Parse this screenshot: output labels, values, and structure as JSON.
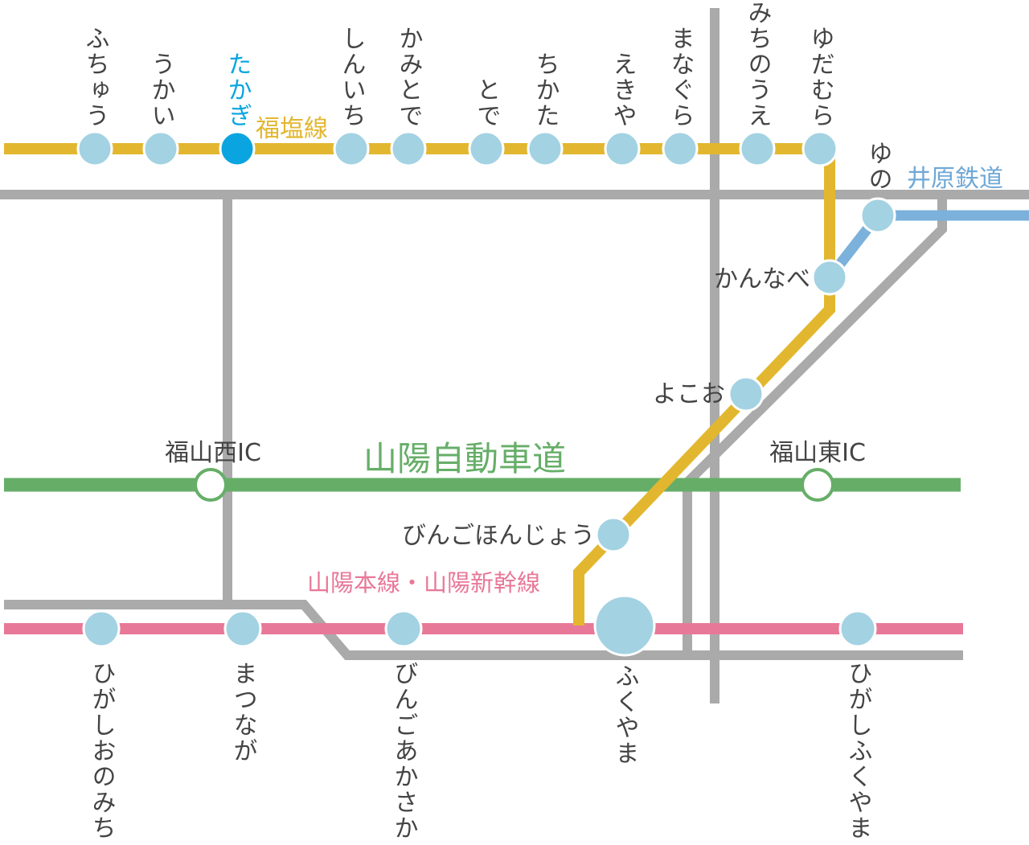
{
  "lines": {
    "fukuen": "福塩線",
    "ibara": "井原鉄道",
    "expressway": "山陽自動車道",
    "sanyo": "山陽本線・山陽新幹線"
  },
  "interchanges": [
    "福山西IC",
    "福山東IC"
  ],
  "top_stations": [
    "ふちゅう",
    "うかい",
    "たかぎ",
    "しんいち",
    "かみとで",
    "とで",
    "ちかた",
    "えきや",
    "まなぐら",
    "みちのうえ",
    "ゆだむら"
  ],
  "highlight_station": "たかぎ",
  "branch_stations": [
    "ゆの",
    "かんなべ",
    "よこお",
    "びんごほんじょう"
  ],
  "bottom_stations": [
    "ひがしおのみち",
    "まつなが",
    "びんごあかさか",
    "ふくやま",
    "ひがしふくやま"
  ],
  "colors": {
    "fukuen": "#e2b72f",
    "ibara": "#7bb1db",
    "expressway": "#66ae68",
    "sanyo": "#e87898",
    "road": "#aaaaaa",
    "station": "#a3d2e2",
    "highlight": "#0aa5e0"
  }
}
